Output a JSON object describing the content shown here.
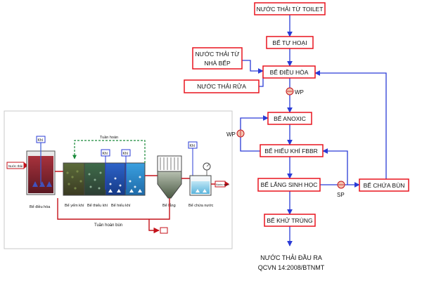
{
  "schematic": {
    "labels": {
      "inlet": "Nước thải",
      "equalization": "Bể điều hòa",
      "anaerobic": "Bể yếm khí",
      "anoxic": "Bể thiếu khí",
      "aerobic": "Bể hiếu khí",
      "settling": "Bể lắng",
      "clean_water": "Bể chứa nước",
      "recirculation": "Tuần hoàn",
      "sludge_return": "Tuần hoàn bùn",
      "outlet": "Nước sạch",
      "air": "Khí"
    }
  },
  "flowchart": {
    "toilet_wastewater": "NƯỚC THẢI TỪ TOILET",
    "septic_tank": "BỂ TỰ HOẠI",
    "kitchen_wastewater_line1": "NƯỚC THẢI TỪ",
    "kitchen_wastewater_line2": "NHÀ BẾP",
    "washing_wastewater": "NƯỚC THẢI RỬA",
    "equalization_tank": "BỂ ĐIỀU HÒA",
    "anoxic_tank": "BỂ ANOXIC",
    "aerobic_fbbr_tank": "BỂ HIẾU KHÍ FBBR",
    "biological_settling_tank": "BỂ LẮNG SINH HỌC",
    "disinfection_tank": "BỂ KHỬ TRÙNG",
    "sludge_tank": "BỂ CHỨA BÙN",
    "pump_wp_1": "WP",
    "pump_wp_2": "WP",
    "pump_sp": "SP",
    "effluent_line1": "NƯỚC THẢI ĐẦU RA",
    "effluent_line2": "QCVN 14:2008/BTNMT"
  },
  "colors": {
    "box_border": "#e8141e",
    "arrow": "#2a3bd6",
    "label_text": "#111111"
  }
}
